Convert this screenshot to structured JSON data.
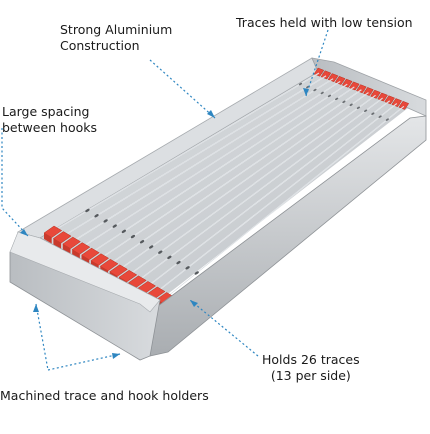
{
  "labels": {
    "construction": [
      "Strong Aluminium",
      "Construction"
    ],
    "tension": "Traces held with low tension",
    "spacing": [
      "Large spacing",
      "between hooks"
    ],
    "holds": [
      "Holds 26 traces",
      "(13 per side)"
    ],
    "holders": "Machined trace and hook holders"
  },
  "product": {
    "traces_per_side": 13,
    "total_traces": 26
  },
  "colors": {
    "frame": "#c9ccce",
    "frame_dark": "#9a9ea2",
    "holder": "#e8483a",
    "trace": "#f4f6f8",
    "leader": "#2e86c1"
  }
}
